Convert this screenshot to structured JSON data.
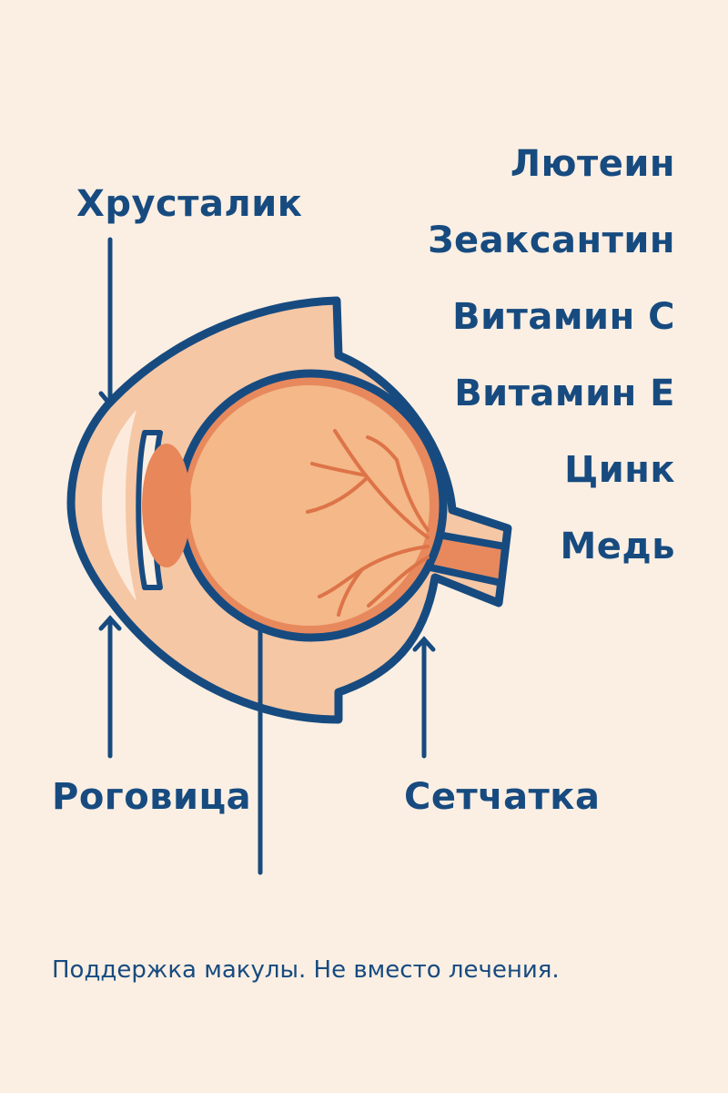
{
  "labels": {
    "lens": "Хрусталик",
    "cornea": "Роговица",
    "retina": "Сетчатка"
  },
  "nutrients": [
    "Лютеин",
    "Зеаксантин",
    "Витамин C",
    "Витамин E",
    "Цинк",
    "Медь"
  ],
  "footer": "Поддержка макулы. Не вместо лечения.",
  "colors": {
    "background": "#fbefe3",
    "navy": "#174b80",
    "outer_layer": "#f6c7a5",
    "eyeball": "#f4b889",
    "choroid": "#e7895d",
    "lens": "#e8875a",
    "vessels": "#dd7448",
    "cornea_fill": "#fcebdd"
  }
}
